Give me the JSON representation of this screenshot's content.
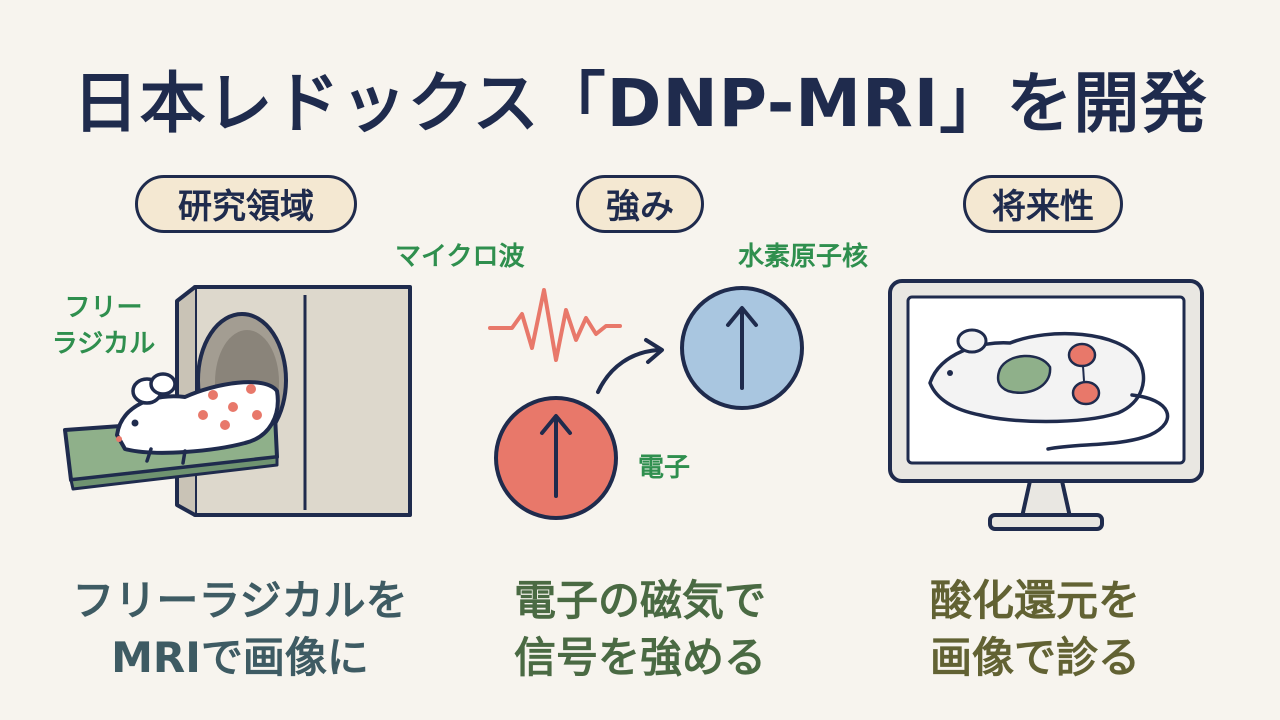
{
  "title": "日本レドックス「DNP-MRI」を開発",
  "columns": [
    {
      "heading": "研究領域",
      "labels": {
        "line1": "フリー",
        "line2": "ラジカル"
      },
      "caption": {
        "line1": "フリーラジカルを",
        "line2": "MRIで画像に"
      },
      "caption_color": "#3e5b63"
    },
    {
      "heading": "強み",
      "labels": {
        "microwave": "マイクロ波",
        "proton": "水素原子核",
        "electron": "電子"
      },
      "caption": {
        "line1": "電子の磁気で",
        "line2": "信号を強める"
      },
      "caption_color": "#4a6a43"
    },
    {
      "heading": "将来性",
      "caption": {
        "line1": "酸化還元を",
        "line2": "画像で診る"
      },
      "caption_color": "#626233"
    }
  ],
  "colors": {
    "navy": "#1f2b4d",
    "label_green": "#2f8f4e",
    "pill_fill": "#f4e8d2",
    "electron_red": "#e8786a",
    "proton_blue": "#a9c6e0",
    "bed_green": "#8fb08a",
    "scanner_beige": "#ddd8cc"
  },
  "icons": [
    "mri-scanner-icon",
    "mouse-icon",
    "microwave-wave-icon",
    "electron-spin-icon",
    "proton-spin-icon",
    "curved-arrow-icon",
    "monitor-icon",
    "organ-scan-icon"
  ]
}
